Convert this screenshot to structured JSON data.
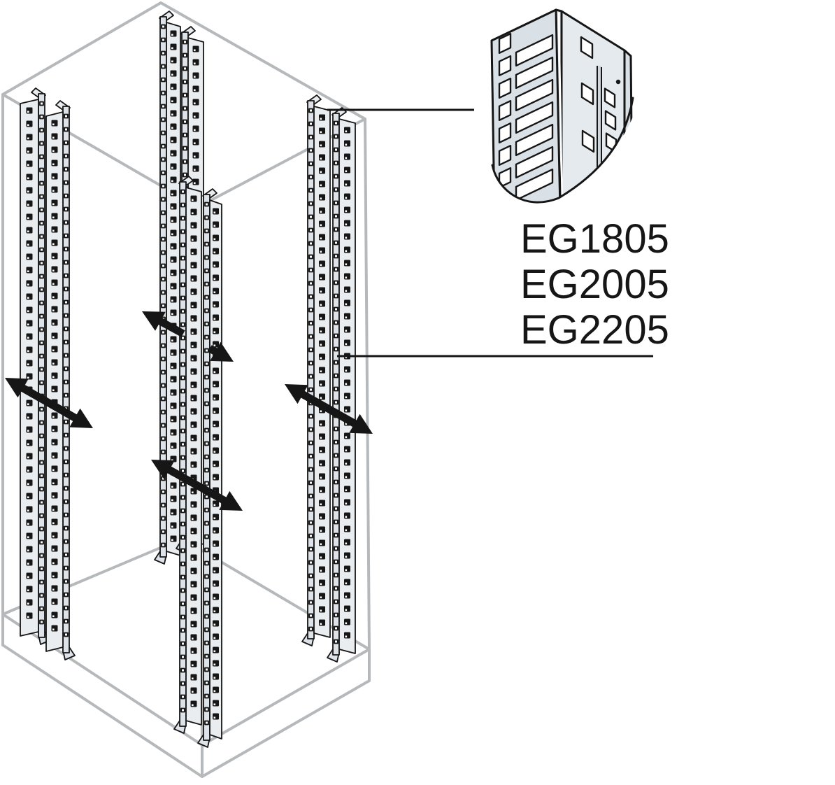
{
  "figure": {
    "kind": "isometric-installation-drawing",
    "subject": "enclosure frame with four perforated 19-inch rack uprights and exploded detail of one upright profile",
    "product_codes": [
      "EG1805",
      "EG2005",
      "EG2205"
    ]
  },
  "icons": {
    "double_arrow": "double-headed installation direction arrow",
    "leader_line": "reference leader line"
  },
  "colors": {
    "background": "#ffffff",
    "line_black": "#161616",
    "frame_gray": "#b6b9bb",
    "steel_face": "#e9edf0",
    "steel_side": "#dde3e8",
    "detail_left_face": "#d9e1e7",
    "detail_right_face": "#e4eaee",
    "fold_shadow": "#cfd8de",
    "hole_white": "#ffffff"
  }
}
